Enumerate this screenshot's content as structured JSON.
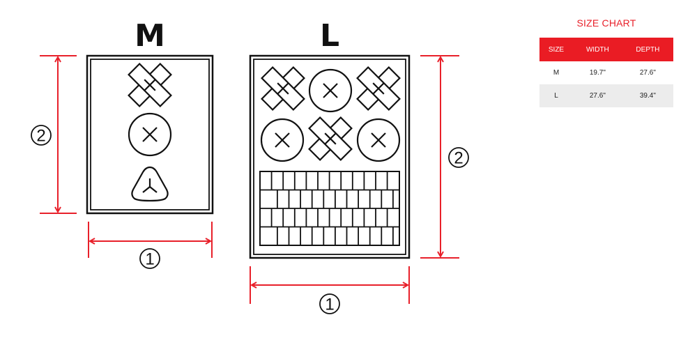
{
  "labels": {
    "size_m": "M",
    "size_l": "L",
    "num_1": "1",
    "num_2": "2"
  },
  "colors": {
    "dimension_line": "#e8202a",
    "ink": "#111111",
    "table_header": "#ea1c24",
    "table_alt_row": "#ececec"
  },
  "size_chart": {
    "title": "SIZE CHART",
    "headers": [
      "SIZE",
      "WIDTH",
      "DEPTH"
    ],
    "rows": [
      [
        "M",
        "19.7\"",
        "27.6\""
      ],
      [
        "L",
        "27.6\"",
        "39.4\""
      ]
    ]
  }
}
